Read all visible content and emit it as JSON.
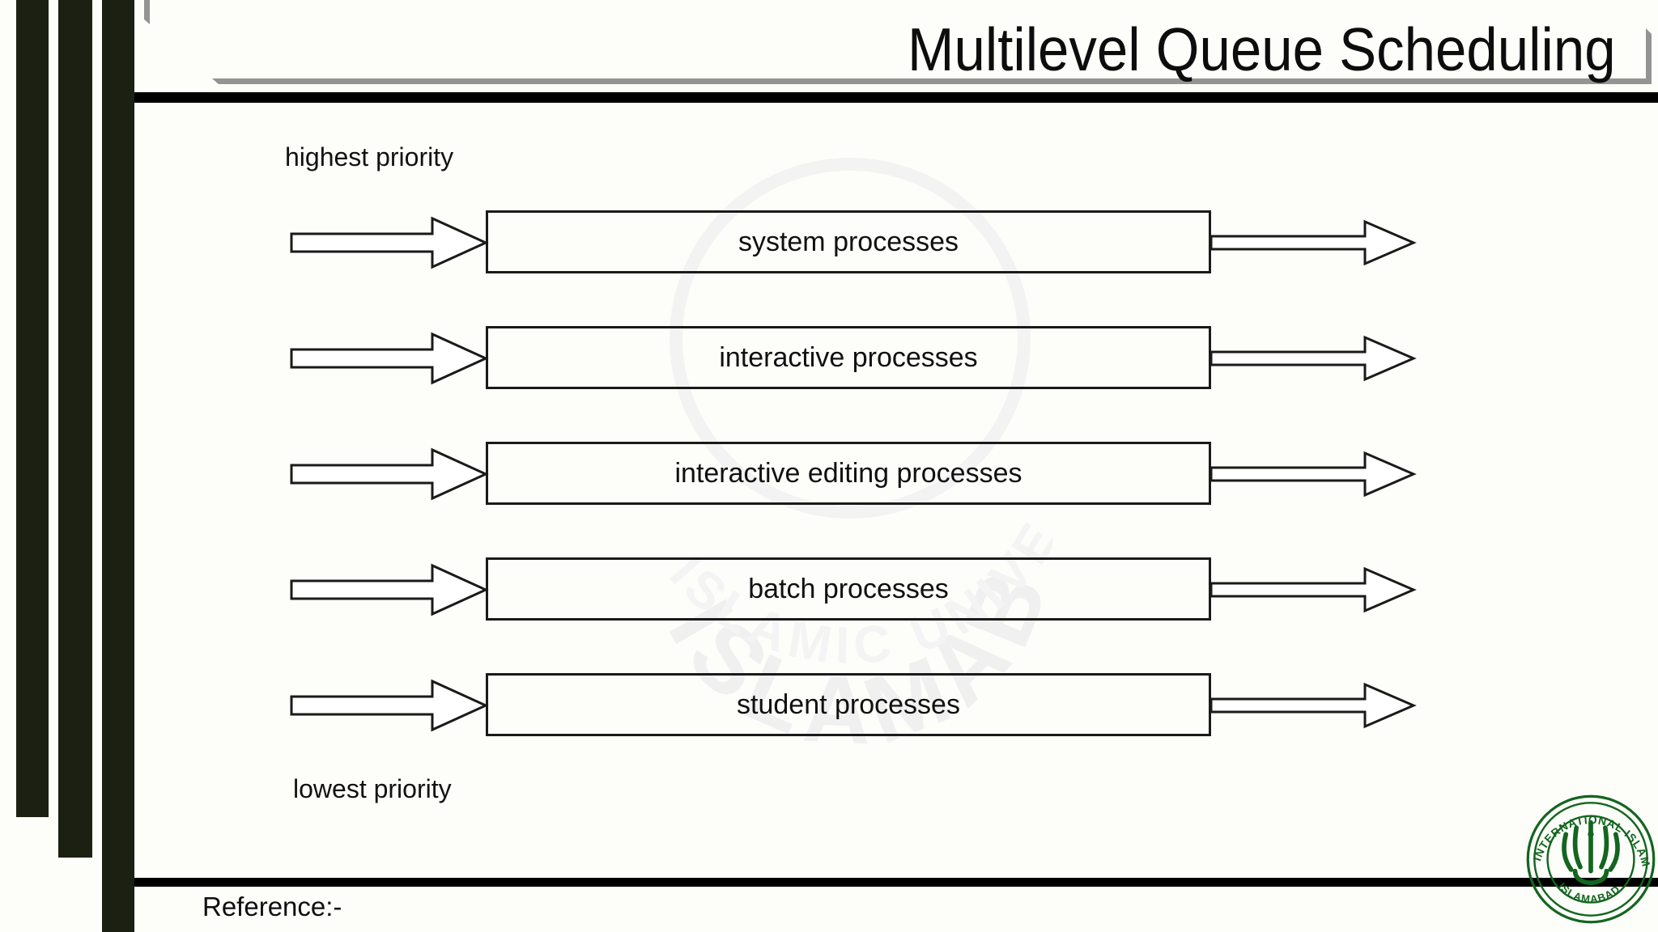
{
  "slide": {
    "title": "Multilevel Queue Scheduling",
    "highest_priority_label": "highest priority",
    "lowest_priority_label": "lowest priority",
    "reference_label": "Reference:-",
    "watermark_text": "ISLAMABAD"
  },
  "colors": {
    "stripe": "#1b2013",
    "banner_border": "#949494",
    "rule": "#000000",
    "box_outline": "#1a1a1a",
    "logo_green": "#13651f",
    "background": "#fdfdfa",
    "text": "#101010"
  },
  "queues": [
    {
      "label": "system processes"
    },
    {
      "label": "interactive processes"
    },
    {
      "label": "interactive editing processes"
    },
    {
      "label": "batch processes"
    },
    {
      "label": "student processes"
    }
  ],
  "logo": {
    "outer_text": "INTERNATIONAL ISLAMIC UNIVERSITY",
    "bottom_text": "ISLAMABAD"
  }
}
